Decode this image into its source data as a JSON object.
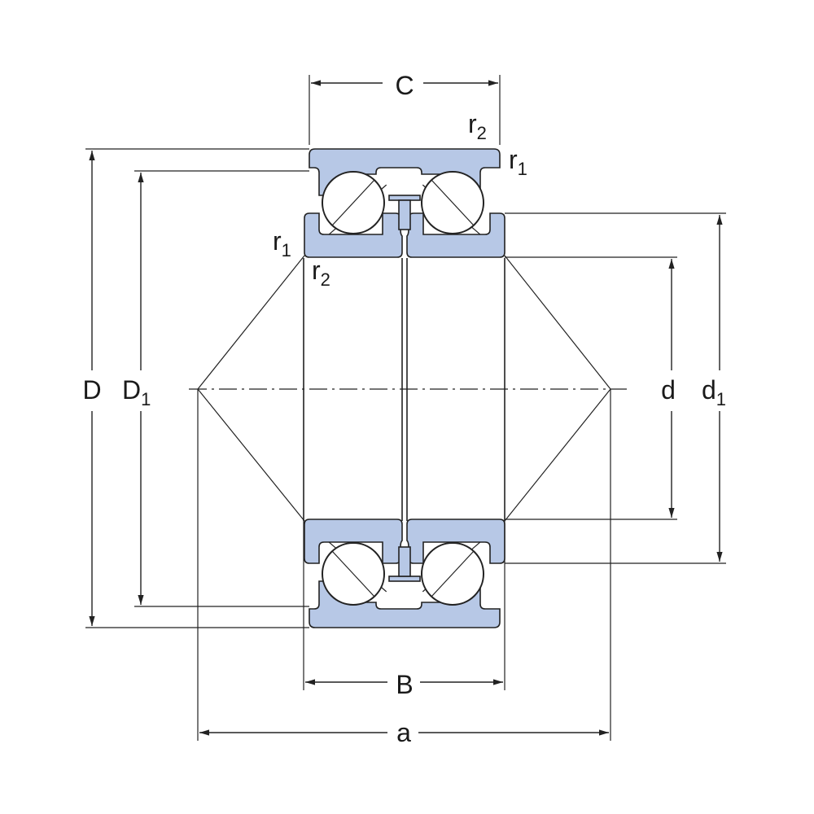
{
  "colors": {
    "ring_fill": "#b7c8e6",
    "line": "#222222",
    "background": "#ffffff"
  },
  "labels": {
    "C": {
      "main": "C",
      "sub": ""
    },
    "B": {
      "main": "B",
      "sub": ""
    },
    "a": {
      "main": "a",
      "sub": ""
    },
    "D": {
      "main": "D",
      "sub": ""
    },
    "D1": {
      "main": "D",
      "sub": "1"
    },
    "d": {
      "main": "d",
      "sub": ""
    },
    "d1": {
      "main": "d",
      "sub": "1"
    },
    "r1_top_right": {
      "main": "r",
      "sub": "1"
    },
    "r2_top_right": {
      "main": "r",
      "sub": "2"
    },
    "r1_left": {
      "main": "r",
      "sub": "1"
    },
    "r2_left": {
      "main": "r",
      "sub": "2"
    }
  }
}
